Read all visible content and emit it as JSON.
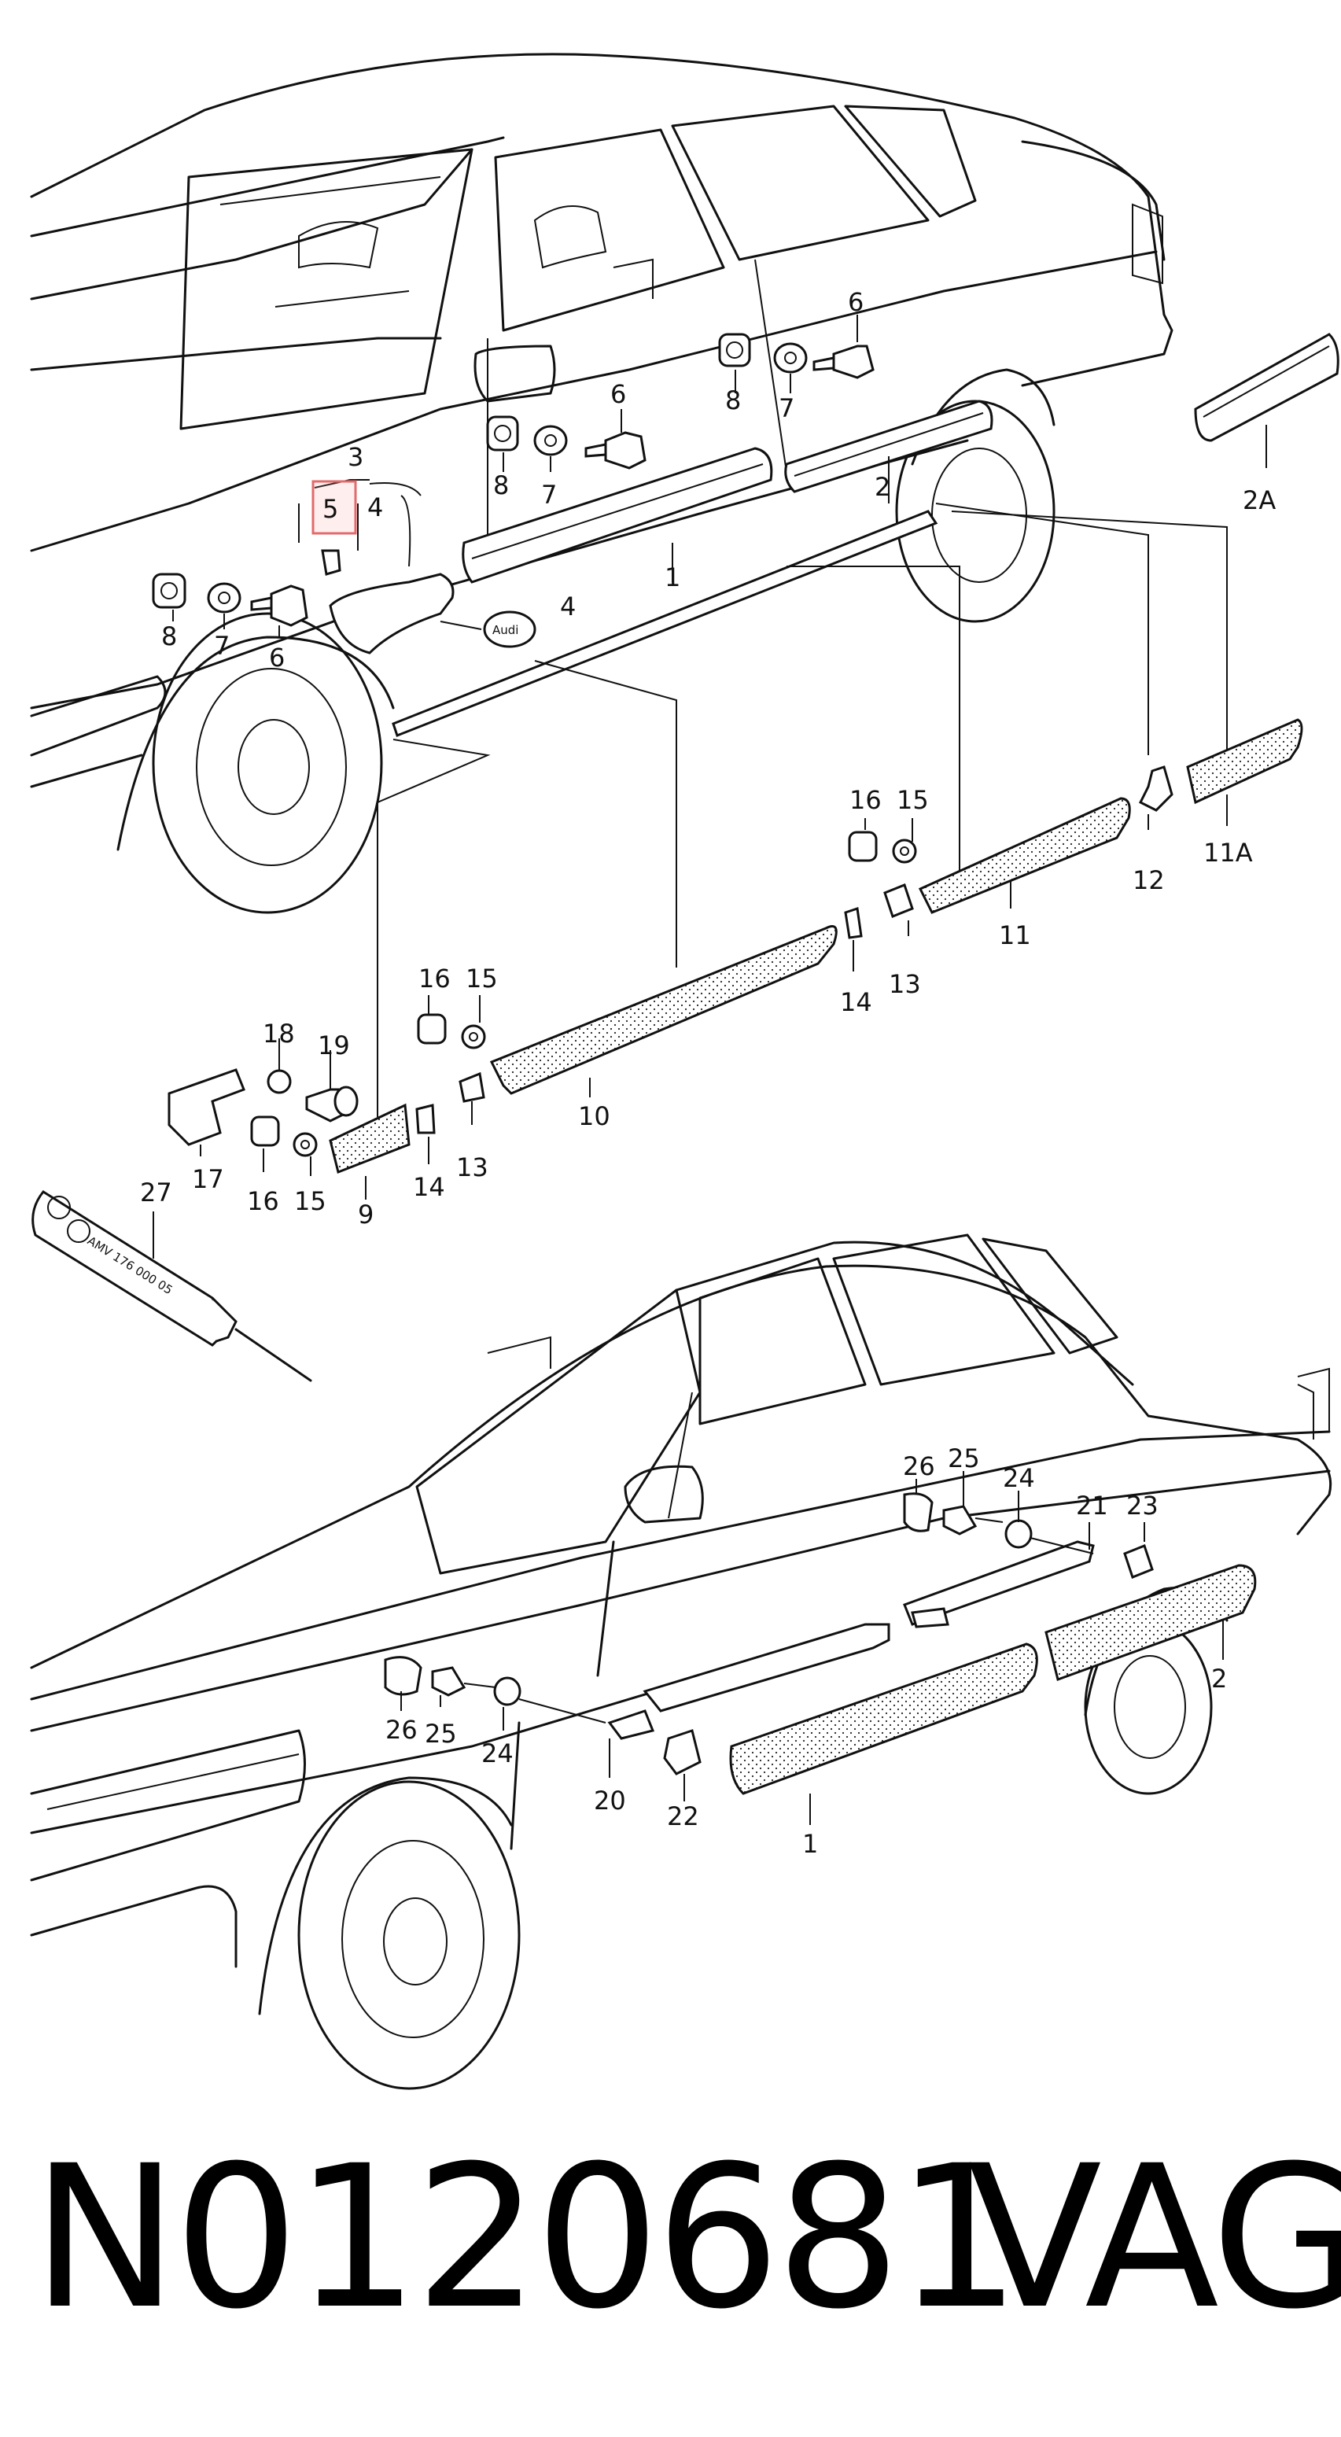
{
  "diagram": {
    "callouts_top": [
      "1",
      "2",
      "2A",
      "3",
      "4",
      "4",
      "5",
      "6",
      "6",
      "6",
      "7",
      "7",
      "7",
      "8",
      "8",
      "8",
      "9",
      "10",
      "11",
      "11A",
      "12",
      "13",
      "13",
      "14",
      "14",
      "15",
      "15",
      "15",
      "16",
      "16",
      "16",
      "17",
      "18",
      "19",
      "27"
    ],
    "callouts_bottom": [
      "1",
      "2",
      "20",
      "21",
      "22",
      "23",
      "24",
      "24",
      "25",
      "25",
      "26",
      "26"
    ],
    "highlighted_callout": "5",
    "emblem_text": "Audi",
    "tool_text": "AMV 176 000 05"
  },
  "footer": {
    "part_number": "N0120681",
    "brand": "VAG"
  },
  "colors": {
    "line": "#111111",
    "highlight": "#e26b6b",
    "background": "#ffffff"
  }
}
